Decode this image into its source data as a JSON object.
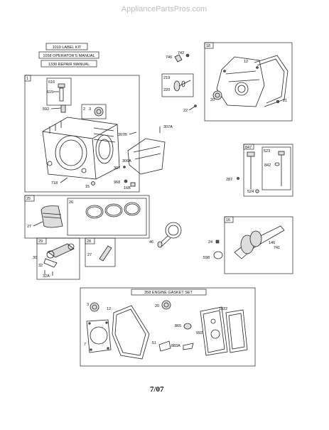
{
  "watermark": "AppliancePartsPros.com",
  "kits": {
    "label_kit": "1019 LABEL KIT",
    "operators_manual": "1058 OPERATOR'S MANUAL",
    "repair_manual": "1330 REPAIR MANUAL"
  },
  "gasket_set_title": "358 ENGINE GASKET SET",
  "footer": "7/07",
  "labels": {
    "b1": "1",
    "p616": "616",
    "p615": "615",
    "p2": "2",
    "p3": "3",
    "p592": "592",
    "p718": "718",
    "p15": "15",
    "p742": "742",
    "p746": "746",
    "p219": "219",
    "p220": "220",
    "p22": "22",
    "p307A": "307A",
    "p307B": "307B",
    "p306A": "306A",
    "p307": "307",
    "p968": "968",
    "p16B": "16B",
    "b18": "18",
    "p12": "12",
    "p20": "20",
    "p21": "21",
    "p847": "847",
    "p523": "523",
    "p842": "842",
    "p287": "287",
    "p524": "524",
    "p26": "26",
    "p25": "25",
    "p27a": "27",
    "p29": "29",
    "p30": "30",
    "p32": "32",
    "p32A": "32A",
    "p28": "28",
    "p27b": "27",
    "p46": "46",
    "b16": "16",
    "p24": "24",
    "p598": "598",
    "p146": "146",
    "p741": "741",
    "g3": "3",
    "g12": "12",
    "g7": "7",
    "g20": "20",
    "g865": "865",
    "g51": "51",
    "g883A": "883A",
    "g993": "993",
    "g1022": "1022"
  }
}
